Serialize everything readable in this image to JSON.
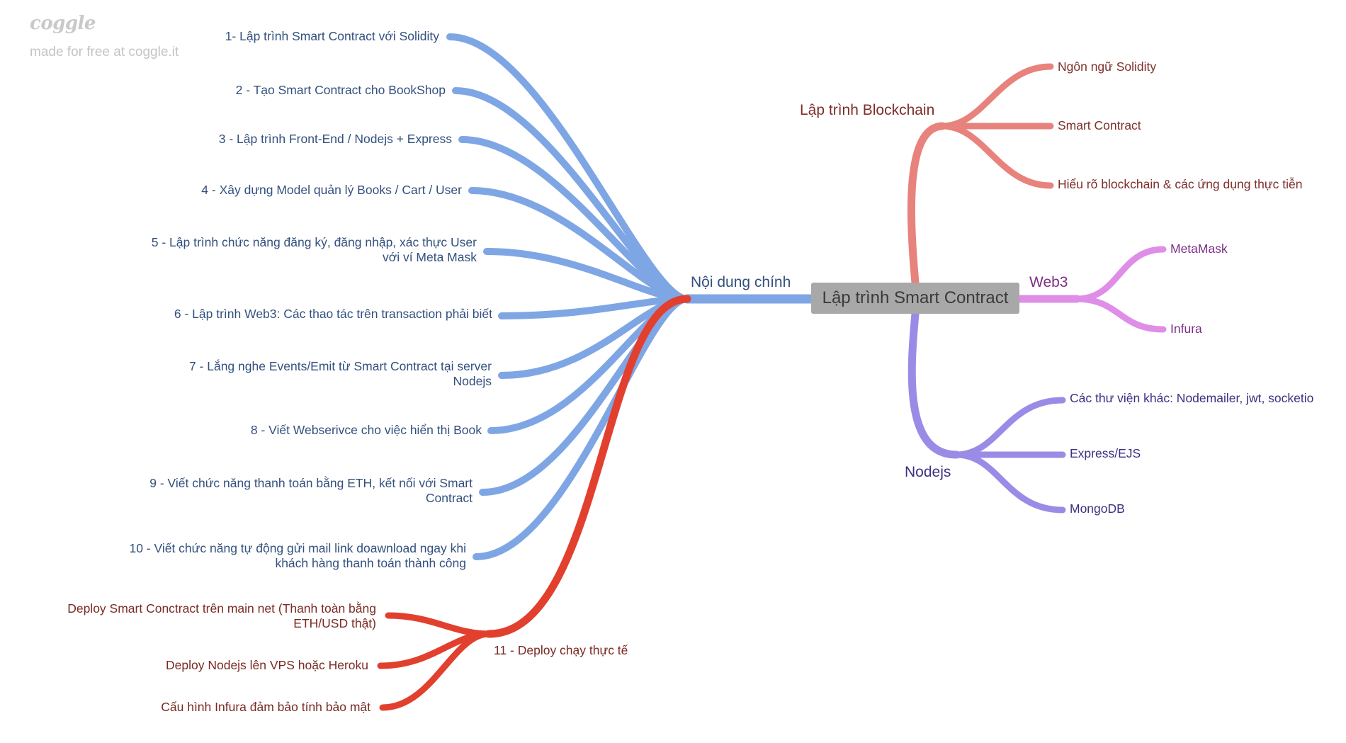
{
  "branding": {
    "logo_text": "coggle",
    "tagline": "made for free at coggle.it"
  },
  "center": {
    "label": "Lập trình Smart Contract"
  },
  "branches": {
    "noi_dung": {
      "label": "Nội dung chính",
      "color": "#7fa6e4",
      "items": [
        {
          "lines": [
            "1- Lập trình Smart Contract với Solidity"
          ]
        },
        {
          "lines": [
            "2 - Tạo Smart Contract cho BookShop"
          ]
        },
        {
          "lines": [
            "3 - Lập trình Front-End / Nodejs + Express"
          ]
        },
        {
          "lines": [
            "4 - Xây dựng Model quản lý Books / Cart / User"
          ]
        },
        {
          "lines": [
            "5 - Lập trình chức năng đăng ký, đăng nhập, xác thực User",
            "với ví Meta Mask"
          ]
        },
        {
          "lines": [
            "6 - Lập trình Web3: Các thao tác trên transaction phải biết"
          ]
        },
        {
          "lines": [
            "7 - Lắng nghe Events/Emit từ Smart Contract tại server",
            "Nodejs"
          ]
        },
        {
          "lines": [
            "8 - Viết Webserivce cho việc hiển thị Book"
          ]
        },
        {
          "lines": [
            "9 - Viết chức năng thanh toán bằng ETH, kết nối với Smart",
            "Contract"
          ]
        },
        {
          "lines": [
            "10 - Viết chức năng tự động gửi mail link doawnload ngay khi",
            "khách hàng thanh toán thành công"
          ]
        }
      ]
    },
    "deploy": {
      "label": "11 - Deploy chạy thực tế",
      "color": "#e2402f",
      "items": [
        {
          "lines": [
            "Deploy Smart Conctract trên main net (Thanh toàn bằng",
            "ETH/USD thật)"
          ]
        },
        {
          "lines": [
            "Deploy Nodejs lên VPS hoặc Heroku"
          ]
        },
        {
          "lines": [
            "Cấu hình Infura đảm bảo tính bảo mật"
          ]
        }
      ]
    },
    "blockchain": {
      "label": "Lập trình Blockchain",
      "color": "#e8827c",
      "items": [
        {
          "lines": [
            "Ngôn ngữ Solidity"
          ]
        },
        {
          "lines": [
            "Smart Contract"
          ]
        },
        {
          "lines": [
            "Hiểu rõ blockchain & các ứng dụng thực tiễn"
          ]
        }
      ]
    },
    "web3": {
      "label": "Web3",
      "color": "#df8ee8",
      "items": [
        {
          "lines": [
            "MetaMask"
          ]
        },
        {
          "lines": [
            "Infura"
          ]
        }
      ]
    },
    "nodejs": {
      "label": "Nodejs",
      "color": "#9a8ce6",
      "items": [
        {
          "lines": [
            "Các thư viện khác: Nodemailer, jwt, socketio"
          ]
        },
        {
          "lines": [
            "Express/EJS"
          ]
        },
        {
          "lines": [
            "MongoDB"
          ]
        }
      ]
    }
  }
}
